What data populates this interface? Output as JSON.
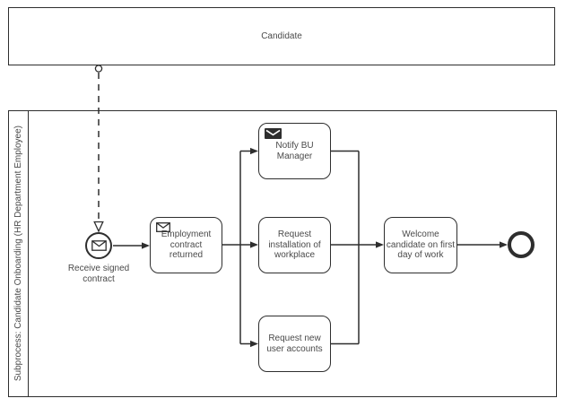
{
  "colors": {
    "stroke": "#2e2e2e",
    "text": "#4a4a4a",
    "background": "#ffffff"
  },
  "pools": {
    "candidate": {
      "label": "Candidate"
    },
    "hr": {
      "label": "Subprocess: Candidate Onboarding (HR Department Employee)"
    }
  },
  "events": {
    "start": {
      "type": "message-start-event",
      "icon": "message-envelope-outline",
      "label": "Receive signed contract"
    },
    "end": {
      "type": "end-event"
    }
  },
  "tasks": {
    "employment": {
      "label": "Employment contract returned",
      "icon": "message-envelope-outline"
    },
    "notify": {
      "label": "Notify BU Manager",
      "icon": "message-envelope-filled"
    },
    "install": {
      "label": "Request installation of workplace"
    },
    "accounts": {
      "label": "Request new user accounts"
    },
    "welcome": {
      "label": "Welcome candidate on first day of work"
    }
  }
}
